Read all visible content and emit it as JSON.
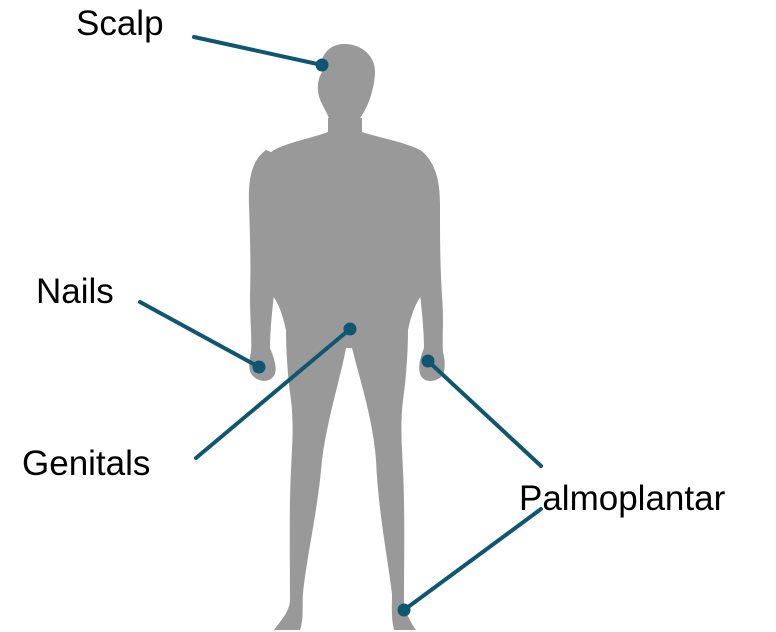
{
  "colors": {
    "body_silhouette": "#999999",
    "leader_line": "#0f5670",
    "label_text": "#000000",
    "background": "#ffffff"
  },
  "figure": {
    "icon": "human-body-silhouette-icon"
  },
  "labels": {
    "scalp": "Scalp",
    "nails": "Nails",
    "genitals": "Genitals",
    "palmoplantar": "Palmoplantar"
  }
}
